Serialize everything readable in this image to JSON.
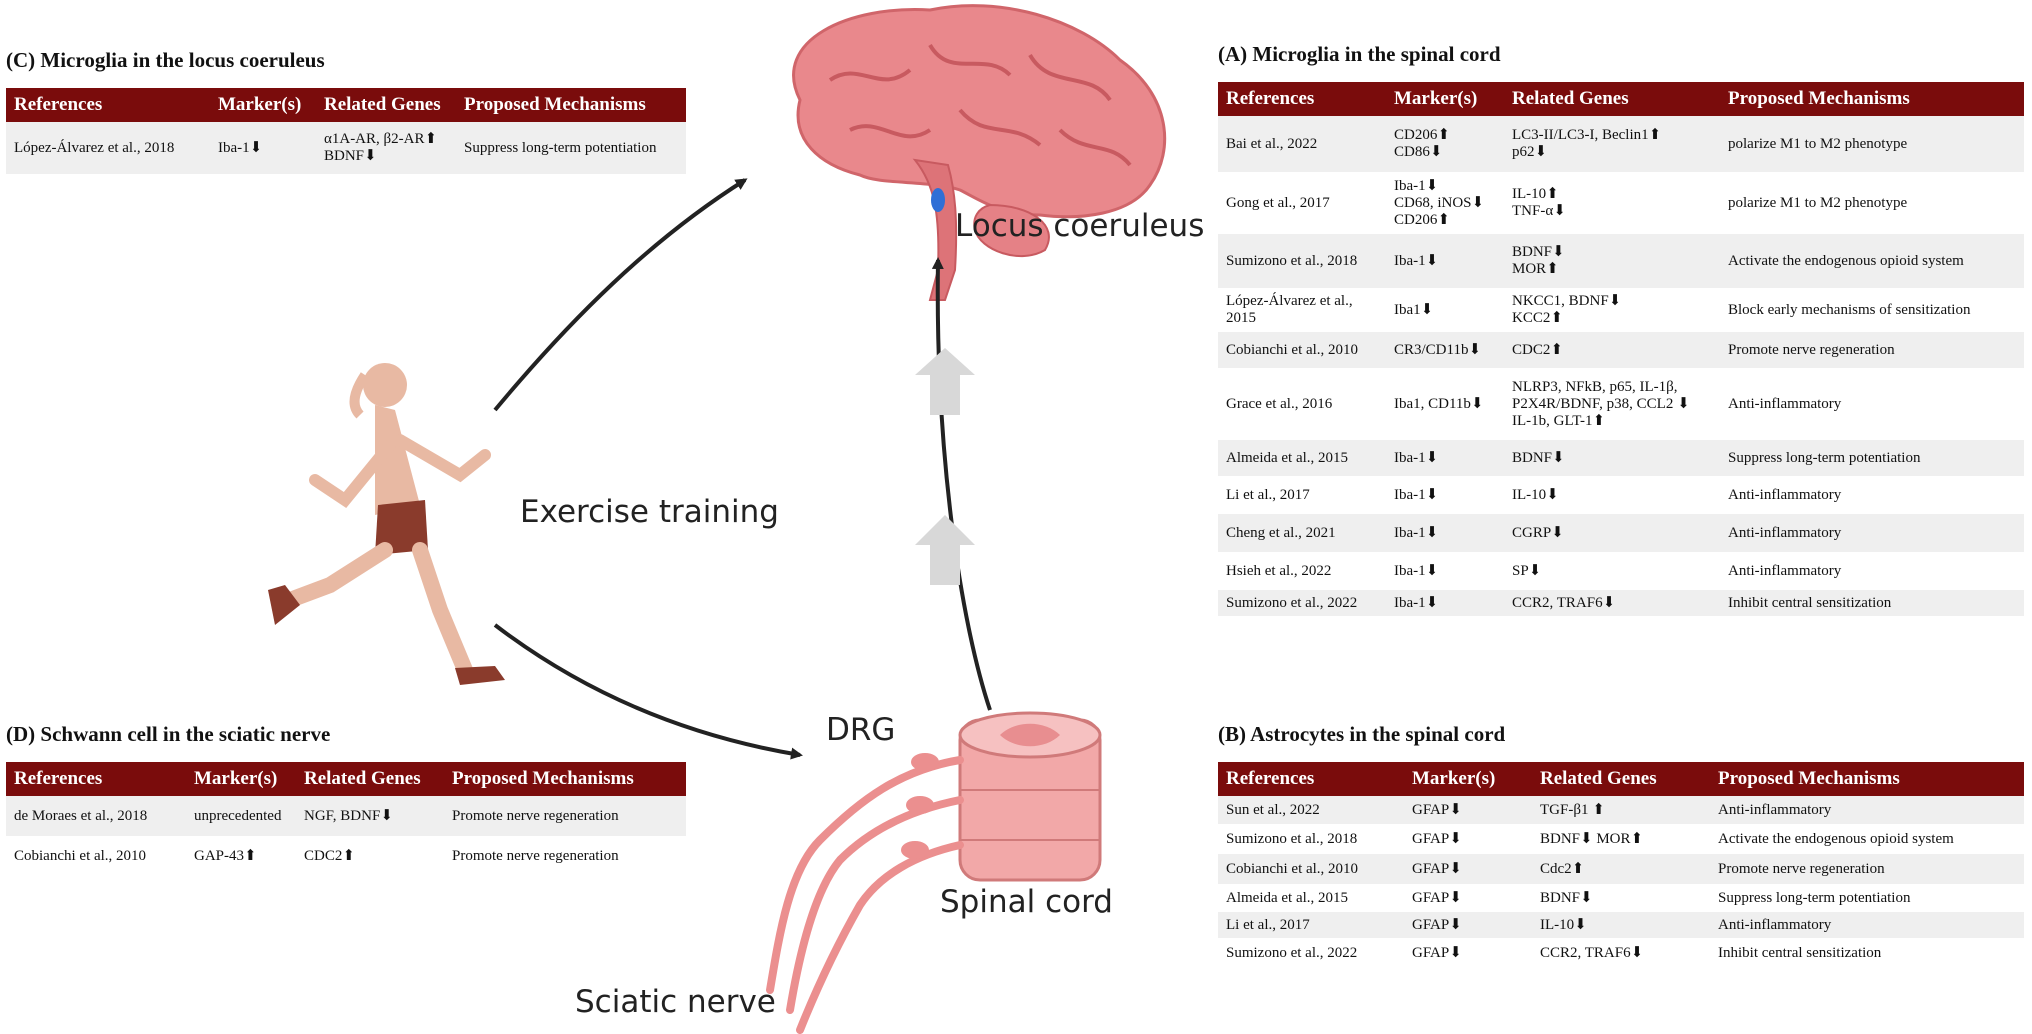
{
  "labels": {
    "locus": "Locus coeruleus",
    "exercise": "Exercise training",
    "drg": "DRG",
    "spinal": "Spinal cord",
    "sciatic": "Sciatic nerve"
  },
  "headers": [
    "References",
    "Marker(s)",
    "Related Genes",
    "Proposed Mechanisms"
  ],
  "panelC": {
    "title": "(C) Microglia in the locus coeruleus",
    "rows": [
      [
        "López-Álvarez et al., 2018",
        "Iba-1⬇",
        "α1A-AR, β2-AR⬆\nBDNF⬇",
        "Suppress long-term potentiation"
      ]
    ]
  },
  "panelA": {
    "title": "(A) Microglia in the spinal cord",
    "rows": [
      [
        "Bai et al., 2022",
        "CD206⬆\nCD86⬇",
        "LC3-II/LC3-I, Beclin1⬆\np62⬇",
        "polarize M1 to  M2 phenotype"
      ],
      [
        "Gong et al., 2017",
        "Iba-1⬇\nCD68, iNOS⬇\nCD206⬆",
        "IL-10⬆\nTNF-α⬇",
        "polarize M1 to  M2 phenotype"
      ],
      [
        "Sumizono et al., 2018",
        "Iba-1⬇",
        "BDNF⬇\nMOR⬆",
        "Activate the endogenous opioid system"
      ],
      [
        "López-Álvarez et al.,\n2015",
        "Iba1⬇",
        "NKCC1, BDNF⬇\nKCC2⬆",
        "Block early mechanisms of sensitization"
      ],
      [
        "Cobianchi et al., 2010",
        "CR3/CD11b⬇",
        "CDC2⬆",
        "Promote nerve regeneration"
      ],
      [
        "Grace et al., 2016",
        "Iba1, CD11b⬇",
        "NLRP3, NFkB, p65, IL-1β,\nP2X4R/BDNF, p38, CCL2 ⬇\nIL-1b, GLT-1⬆",
        "Anti-inflammatory"
      ],
      [
        "Almeida et al., 2015",
        "Iba-1⬇",
        "BDNF⬇",
        "Suppress long-term potentiation"
      ],
      [
        "Li et al., 2017",
        "Iba-1⬇",
        "IL-10⬇",
        "Anti-inflammatory"
      ],
      [
        "Cheng et al., 2021",
        "Iba-1⬇",
        "CGRP⬇",
        "Anti-inflammatory"
      ],
      [
        "Hsieh et al., 2022",
        "Iba-1⬇",
        "SP⬇",
        "Anti-inflammatory"
      ],
      [
        "Sumizono et al., 2022",
        "Iba-1⬇",
        "CCR2, TRAF6⬇",
        "Inhibit central sensitization"
      ]
    ]
  },
  "panelD": {
    "title": "(D) Schwann cell in the sciatic nerve",
    "rows": [
      [
        "de Moraes et al., 2018",
        "unprecedented",
        "NGF, BDNF⬇",
        "Promote nerve regeneration"
      ],
      [
        "Cobianchi et al., 2010",
        "GAP-43⬆",
        "CDC2⬆",
        "Promote nerve regeneration"
      ]
    ]
  },
  "panelB": {
    "title": "(B) Astrocytes in the spinal cord",
    "rows": [
      [
        "Sun et al., 2022",
        "GFAP⬇",
        "TGF-β1 ⬆",
        "Anti-inflammatory"
      ],
      [
        "Sumizono et al., 2018",
        "GFAP⬇",
        "BDNF⬇ MOR⬆",
        "Activate the endogenous opioid system"
      ],
      [
        "Cobianchi et al., 2010",
        "GFAP⬇",
        "Cdc2⬆",
        "Promote nerve regeneration"
      ],
      [
        "Almeida et al., 2015",
        "GFAP⬇",
        "BDNF⬇",
        "Suppress long-term potentiation"
      ],
      [
        "Li et al., 2017",
        "GFAP⬇",
        "IL-10⬇",
        "Anti-inflammatory"
      ],
      [
        "Sumizono et al., 2022",
        "GFAP⬇",
        "CCR2, TRAF6⬇",
        "Inhibit central sensitization"
      ]
    ]
  },
  "colors": {
    "header_bg": "#7a0c0c",
    "brain": "#e9888c",
    "locus_dot": "#2f6fd6",
    "skin": "#e8b9a3",
    "shorts": "#8a3b2c",
    "arrow_up": "#d8d8d8"
  },
  "icons": [
    "brain-illustration",
    "runner-illustration",
    "spinal-cord-illustration",
    "nerve-illustration"
  ]
}
